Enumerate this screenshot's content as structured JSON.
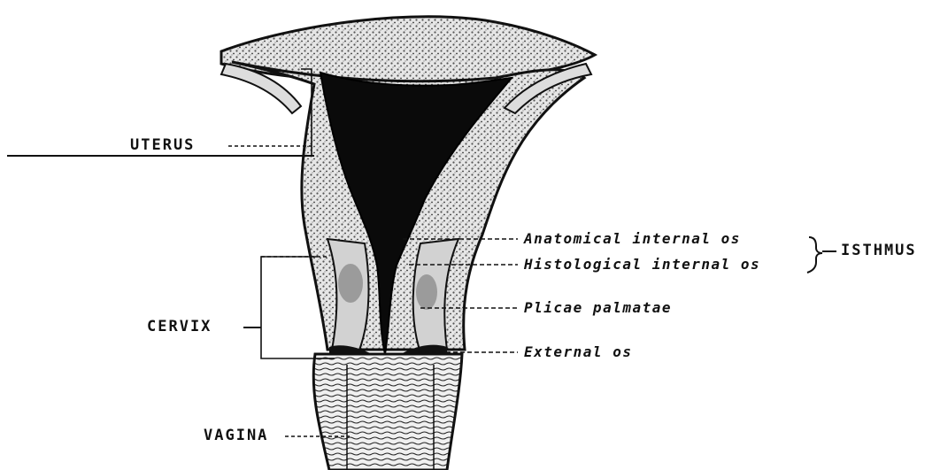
{
  "labels": {
    "uterus": "UTERUS",
    "cervix": "CERVIX",
    "vagina": "VAGINA",
    "isthmus": "ISTHMUS",
    "anatomical_internal_os": "Anatomical internal os",
    "histological_internal_os": "Histological internal os",
    "plicae_palmatae": "Plicae palmatae",
    "external_os": "External os"
  },
  "colors": {
    "ink": "#111111",
    "tissue": "#dedede",
    "background": "#ffffff"
  }
}
